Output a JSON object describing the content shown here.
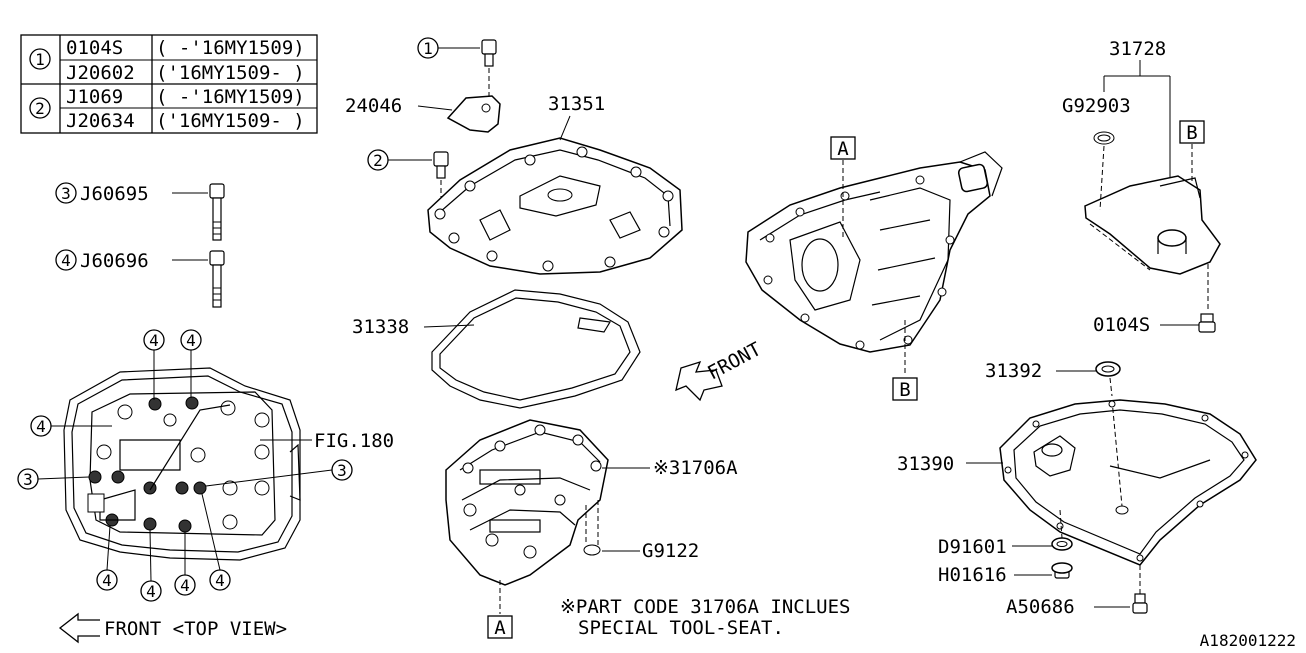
{
  "table": {
    "rows": [
      {
        "ref": "1",
        "part": "0104S",
        "range": "( -'16MY1509)"
      },
      {
        "ref": "",
        "part": "J20602",
        "range": "('16MY1509- )"
      },
      {
        "ref": "2",
        "part": "J1069",
        "range": "( -'16MY1509)"
      },
      {
        "ref": "",
        "part": "J20634",
        "range": "('16MY1509- )"
      }
    ]
  },
  "callouts": {
    "c1": "1",
    "c2": "2",
    "c3": "3",
    "c4": "4"
  },
  "labels": {
    "j60695": "J60695",
    "j60696": "J60696",
    "p24046": "24046",
    "p31351": "31351",
    "p31338": "31338",
    "p31706a": "※31706A",
    "g9122": "G9122",
    "fig180": "FIG.180",
    "p31728": "31728",
    "g92903": "G92903",
    "s0104": "0104S",
    "p31392": "31392",
    "p31390": "31390",
    "d91601": "D91601",
    "h01616": "H01616",
    "a50686": "A50686",
    "box_a": "A",
    "box_b": "B",
    "front": "FRONT",
    "front_top_view": "FRONT <TOP VIEW>",
    "note_line1": "※PART CODE 31706A INCLUES",
    "note_line2": "SPECIAL TOOL-SEAT.",
    "diagram_id": "A182001222"
  }
}
